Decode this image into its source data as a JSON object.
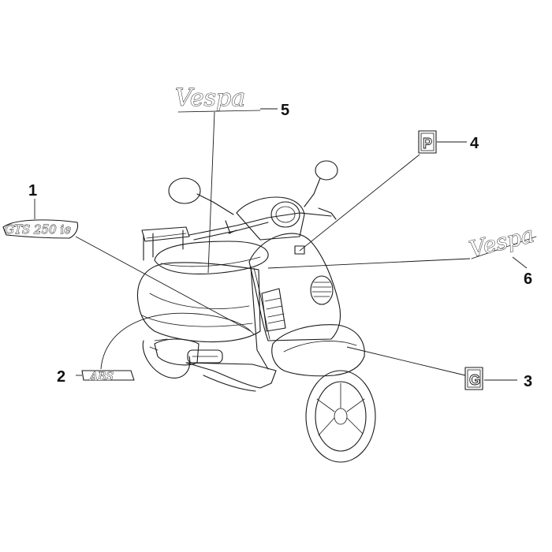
{
  "callouts": [
    {
      "id": "1",
      "label": "1"
    },
    {
      "id": "2",
      "label": "2"
    },
    {
      "id": "3",
      "label": "3"
    },
    {
      "id": "4",
      "label": "4"
    },
    {
      "id": "5",
      "label": "5"
    },
    {
      "id": "6",
      "label": "6"
    }
  ],
  "decals": {
    "model_badge": "GTS 250 ie",
    "abs_badge": "ABS",
    "brand_script_top": "Vespa",
    "brand_script_side": "Vespa",
    "p_badge": "P",
    "g_badge": "G"
  }
}
